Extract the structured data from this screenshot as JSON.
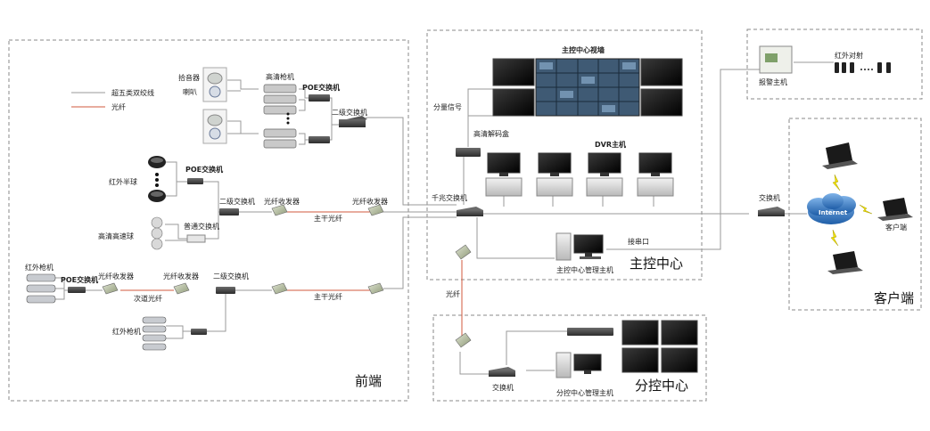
{
  "legend": {
    "twisted_pair": "超五类双绞线",
    "fiber": "光纤"
  },
  "regions": {
    "front_end": "前端",
    "main_center": "主控中心",
    "sub_center": "分控中心",
    "client_area": "客户端"
  },
  "front": {
    "pickup": "拾音器",
    "speaker": "喇叭",
    "hd_gun": "高清枪机",
    "poe_switch_top": "POE交换机",
    "level2_switch_top": "二级交换机",
    "ir_dome": "红外半球",
    "poe_switch_mid": "POE交换机",
    "hd_speed_dome": "高清高速球",
    "normal_switch": "普通交换机",
    "level2_switch_mid": "二级交换机",
    "transceiver_a": "光纤收发器",
    "transceiver_b": "光纤收发器",
    "trunk_fiber_top": "主干光纤",
    "ir_gun_left": "红外枪机",
    "poe_switch_bottom": "POE交换机",
    "transceiver_c": "光纤收发器",
    "transceiver_d": "光纤收发器",
    "secondary_fiber": "次道光纤",
    "level2_switch_bottom": "二级交换机",
    "ir_gun_bottom": "红外枪机",
    "trunk_fiber_bottom": "主干光纤"
  },
  "main": {
    "video_wall": "主控中心视墙",
    "split_signal": "分量信号",
    "hd_decoder": "高清解码盒",
    "dvr_host": "DVR主机",
    "gigabit_switch": "千兆交换机",
    "interface_label": "接串口",
    "mgmt_host": "主控中心管理主机"
  },
  "right": {
    "alarm_host": "报警主机",
    "ir_pair": "红外对射",
    "switch": "交换机",
    "client_end": "客户端",
    "internet": "Internet"
  },
  "sub": {
    "fiber": "光纤",
    "switch": "交换机",
    "mgmt_host": "分控中心管理主机"
  },
  "colors": {
    "copper": "#9a9a9a",
    "fiber": "#d05a3c",
    "dash": "#888888"
  }
}
